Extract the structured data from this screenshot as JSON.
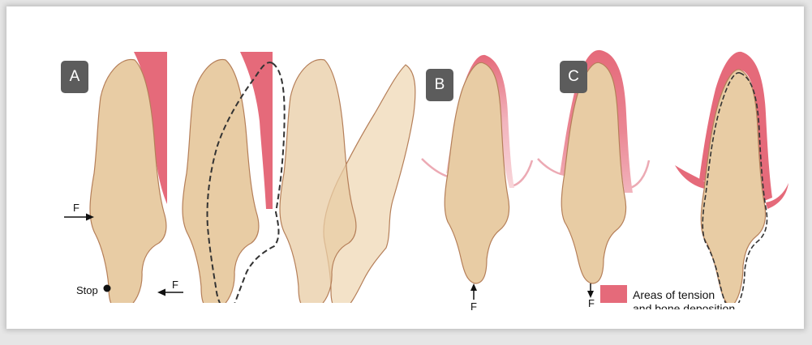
{
  "panels": {
    "a": "A",
    "b": "B",
    "c": "C"
  },
  "labels": {
    "force": "F",
    "stop": "Stop"
  },
  "legend": {
    "text": "Areas of tension",
    "text_line2": "and bone deposition",
    "swatch_color": "#e56a7a"
  },
  "colors": {
    "tooth": "#e8cca4",
    "tooth_light": "#f3e2c8",
    "outline": "#b57f59",
    "tension": "#e56a7a",
    "tension_light": "#f2b4bd"
  }
}
